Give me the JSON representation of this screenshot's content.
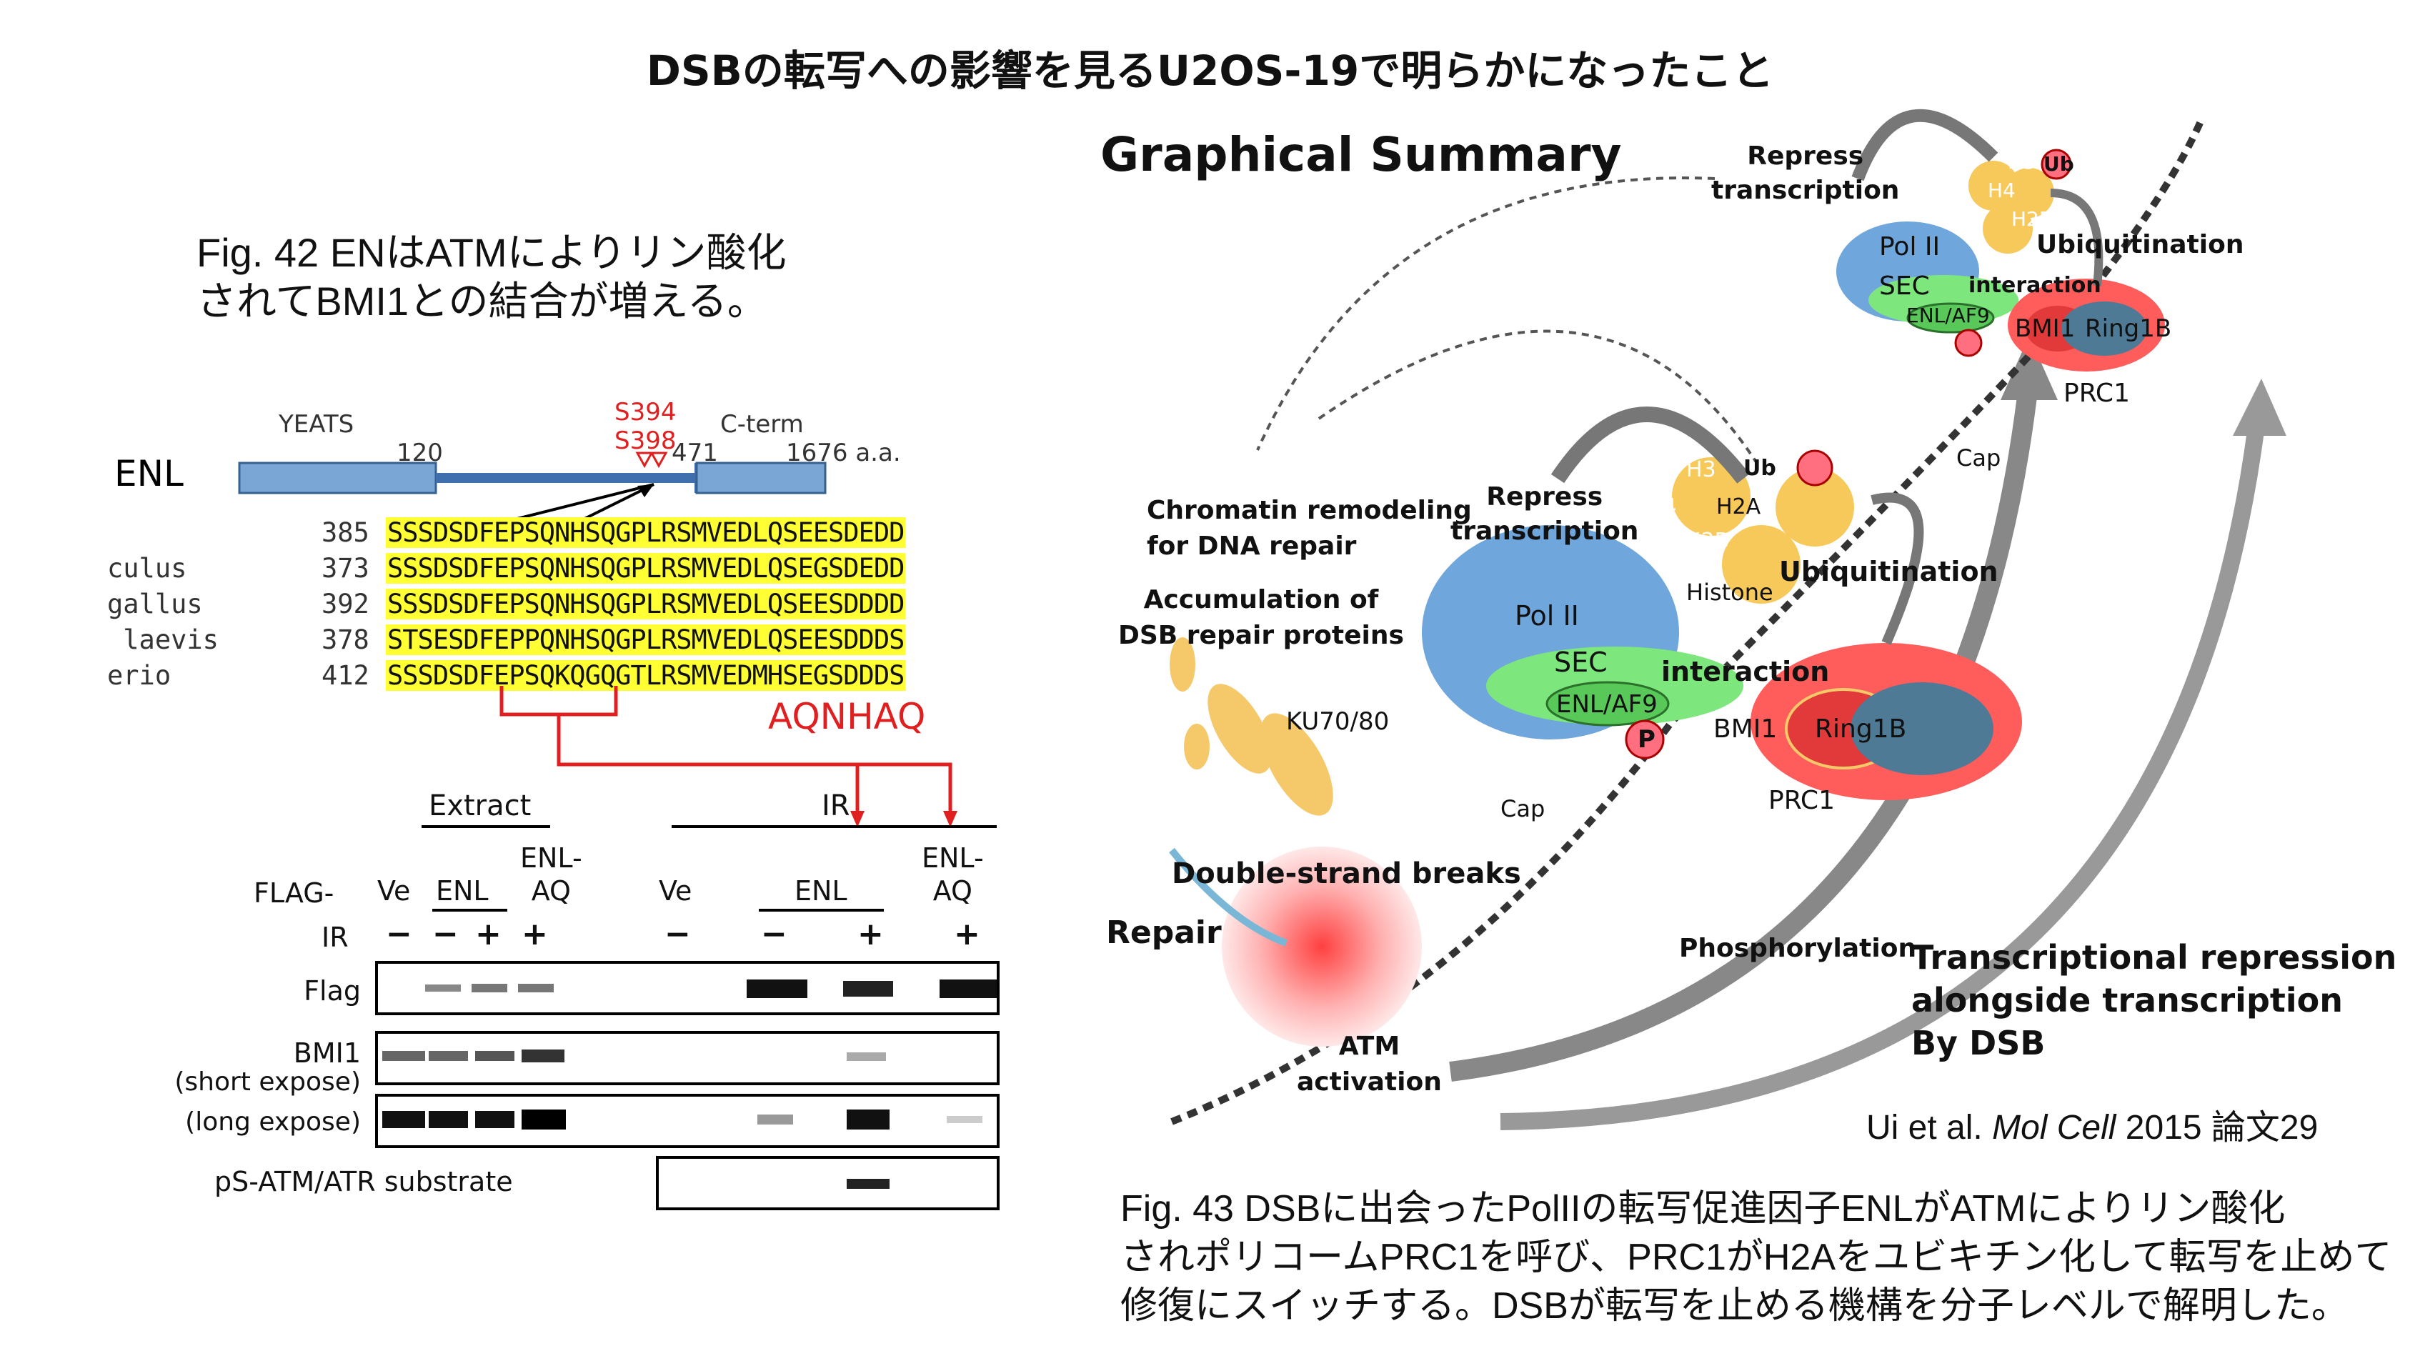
{
  "title": "DSBの転写への影響を見るU2OS-19で明らかになったこと",
  "fig42": {
    "line1": "Fig. 42 ENはATMによりリン酸化",
    "line2": "されてBMI1との結合が増える。"
  },
  "domain_map": {
    "protein": "ENL",
    "yeats": "YEATS",
    "pos120": "120",
    "s394": "S394",
    "s398": "S398",
    "cterm": "C-term",
    "pos471": "471",
    "length": "1676 a.a."
  },
  "alignment": [
    {
      "species": "",
      "num": "385",
      "seq": "SSSDSDFEPSQNHSQGPLRSMVEDLQSEESDEDD"
    },
    {
      "species": "culus",
      "num": "373",
      "seq": "SSSDSDFEPSQNHSQGPLRSMVEDLQSEGSDEDD"
    },
    {
      "species": "gallus",
      "num": "392",
      "seq": "SSSDSDFEPSQNHSQGPLRSMVEDLQSEESDDDD"
    },
    {
      "species": " laevis",
      "num": "378",
      "seq": "STSESDFEPPQNHSQGPLRSMVEDLQSEESDDDS"
    },
    {
      "species": "erio",
      "num": "412",
      "seq": "SSSDSDFEPSQKQGQGTLRSMVEDMHSEGSDDDS"
    }
  ],
  "mutant": "AQNHAQ",
  "western": {
    "extract": "Extract",
    "ir_header": "IR",
    "flag_label": "FLAG-",
    "lanes": [
      "Ve",
      "ENL",
      "ENL-\nAQ",
      "Ve",
      "ENL",
      "ENL-\nAQ"
    ],
    "ir_label": "IR",
    "ir_marks": [
      "−",
      "−",
      "+",
      "+",
      "−",
      "−",
      "+",
      "+"
    ],
    "rows": [
      "Flag",
      "BMI1",
      "(short expose)",
      "(long expose)",
      "pS-ATM/ATR substrate"
    ]
  },
  "summary": {
    "heading": "Graphical Summary",
    "repress1": "Repress\ntranscription",
    "repress2": "Repress\ntranscription",
    "ubiq1": "Ubiquitination",
    "ubiq2": "Ubiquitination",
    "pol2": "Pol II",
    "sec": "SEC",
    "enl_af9": "ENL/AF9",
    "interaction": "interaction",
    "p": "P",
    "bmi1": "BMI1",
    "ring1b": "Ring1B",
    "prc1": "PRC1",
    "cap": "Cap",
    "h3": "H3",
    "h4": "H4",
    "h2a": "H2A",
    "h2b": "H2B",
    "ub": "Ub",
    "histone": "Histone",
    "chromatin": "Chromatin remodeling\nfor DNA repair",
    "accum": "Accumulation of\nDSB repair proteins",
    "ku": "KU70/80",
    "dsb": "Double-strand breaks",
    "repair": "Repair",
    "atm": "ATM\nactivation",
    "phos": "Phosphorylation",
    "conclusion": "Transcriptional repression\nalongside transcription\nBy DSB"
  },
  "citation": {
    "authors": "Ui et al.",
    "journal": "Mol Cell",
    "rest": "2015 論文29"
  },
  "fig43": {
    "line1": "Fig. 43  DSBに出会ったPolIIの転写促進因子ENLがATMによりリン酸化",
    "line2": "されポリコームPRC1を呼び、PRC1がH2Aをユビキチン化して転写を止めて",
    "line3": "修復にスイッチする。DSBが転写を止める機構を分子レベルで解明した。"
  },
  "colors": {
    "red": "#e02020",
    "yellow": "#ffff33",
    "blue": "#6f9bd1",
    "green": "#7de67d",
    "pink": "#ff6f80"
  }
}
